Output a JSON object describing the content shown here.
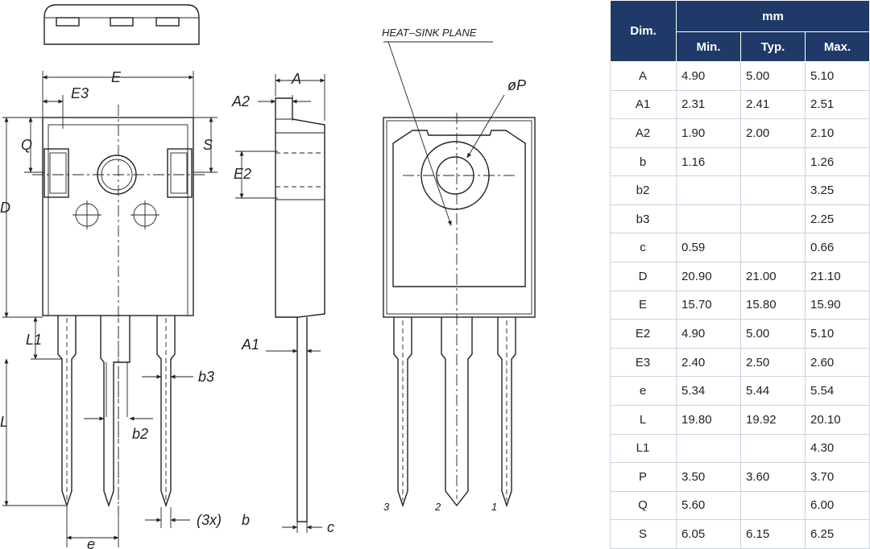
{
  "drawing": {
    "heat_sink_label": "HEAT–SINK  PLANE",
    "labels": {
      "E": "E",
      "E3": "E3",
      "Q": "Q",
      "S": "S",
      "D": "D",
      "L1": "L1",
      "L": "L",
      "b3": "b3",
      "b2": "b2",
      "b": "b",
      "three_x": "(3x)",
      "e": "e",
      "A": "A",
      "A2": "A2",
      "E2": "E2",
      "A1": "A1",
      "c": "c",
      "phiP": "øP",
      "pin3": "3",
      "pin2": "2",
      "pin1": "1"
    }
  },
  "table": {
    "dim_header": "Dim.",
    "unit_header": "mm",
    "col_min": "Min.",
    "col_typ": "Typ.",
    "col_max": "Max.",
    "rows": [
      [
        "A",
        "4.90",
        "5.00",
        "5.10"
      ],
      [
        "A1",
        "2.31",
        "2.41",
        "2.51"
      ],
      [
        "A2",
        "1.90",
        "2.00",
        "2.10"
      ],
      [
        "b",
        "1.16",
        "",
        "1.26"
      ],
      [
        "b2",
        "",
        "",
        "3.25"
      ],
      [
        "b3",
        "",
        "",
        "2.25"
      ],
      [
        "c",
        "0.59",
        "",
        "0.66"
      ],
      [
        "D",
        "20.90",
        "21.00",
        "21.10"
      ],
      [
        "E",
        "15.70",
        "15.80",
        "15.90"
      ],
      [
        "E2",
        "4.90",
        "5.00",
        "5.10"
      ],
      [
        "E3",
        "2.40",
        "2.50",
        "2.60"
      ],
      [
        "e",
        "5.34",
        "5.44",
        "5.54"
      ],
      [
        "L",
        "19.80",
        "19.92",
        "20.10"
      ],
      [
        "L1",
        "",
        "",
        "4.30"
      ],
      [
        "P",
        "3.50",
        "3.60",
        "3.70"
      ],
      [
        "Q",
        "5.60",
        "",
        "6.00"
      ],
      [
        "S",
        "6.05",
        "6.15",
        "6.25"
      ]
    ]
  }
}
